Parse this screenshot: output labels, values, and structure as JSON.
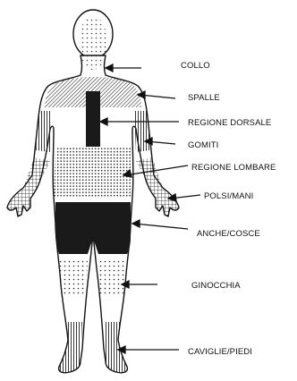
{
  "labels": {
    "collo": "COLLO",
    "spalle": "SPALLE",
    "regione_dorsale": "REGIONE DORSALE",
    "gomiti": "GOMITI",
    "regione_lombare": "REGIONE LOMBARE",
    "polsi_mani": "POLSI/MANI",
    "anche_cosce": "ANCHE/COSCE",
    "ginocchia": "GINOCCHIA",
    "caviglie_piedi": "CAVIGLIE/PIEDI"
  },
  "colors": {
    "ink": "#111111",
    "paper": "#ffffff",
    "solid_fill": "#1a1a1a"
  }
}
